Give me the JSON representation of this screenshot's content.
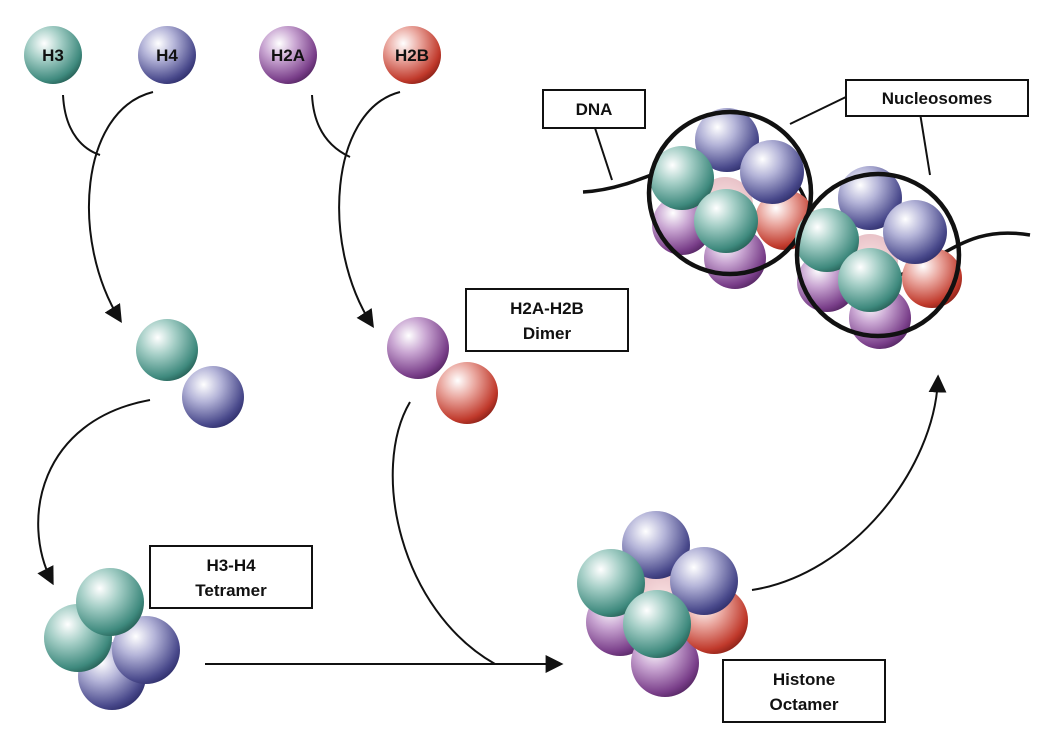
{
  "histones": {
    "h3": "H3",
    "h4": "H4",
    "h2a": "H2A",
    "h2b": "H2B"
  },
  "labels": {
    "dimer": [
      "H2A-H2B",
      "Dimer"
    ],
    "tetramer": [
      "H3-H4",
      "Tetramer"
    ],
    "octamer": [
      "Histone",
      "Octamer"
    ],
    "dna": "DNA",
    "nucleosomes": "Nucleosomes"
  },
  "colors": {
    "h3": "#3f8a7e",
    "h4": "#4a4a8c",
    "h2a": "#7a3f8a",
    "h2b": "#c0392b"
  }
}
